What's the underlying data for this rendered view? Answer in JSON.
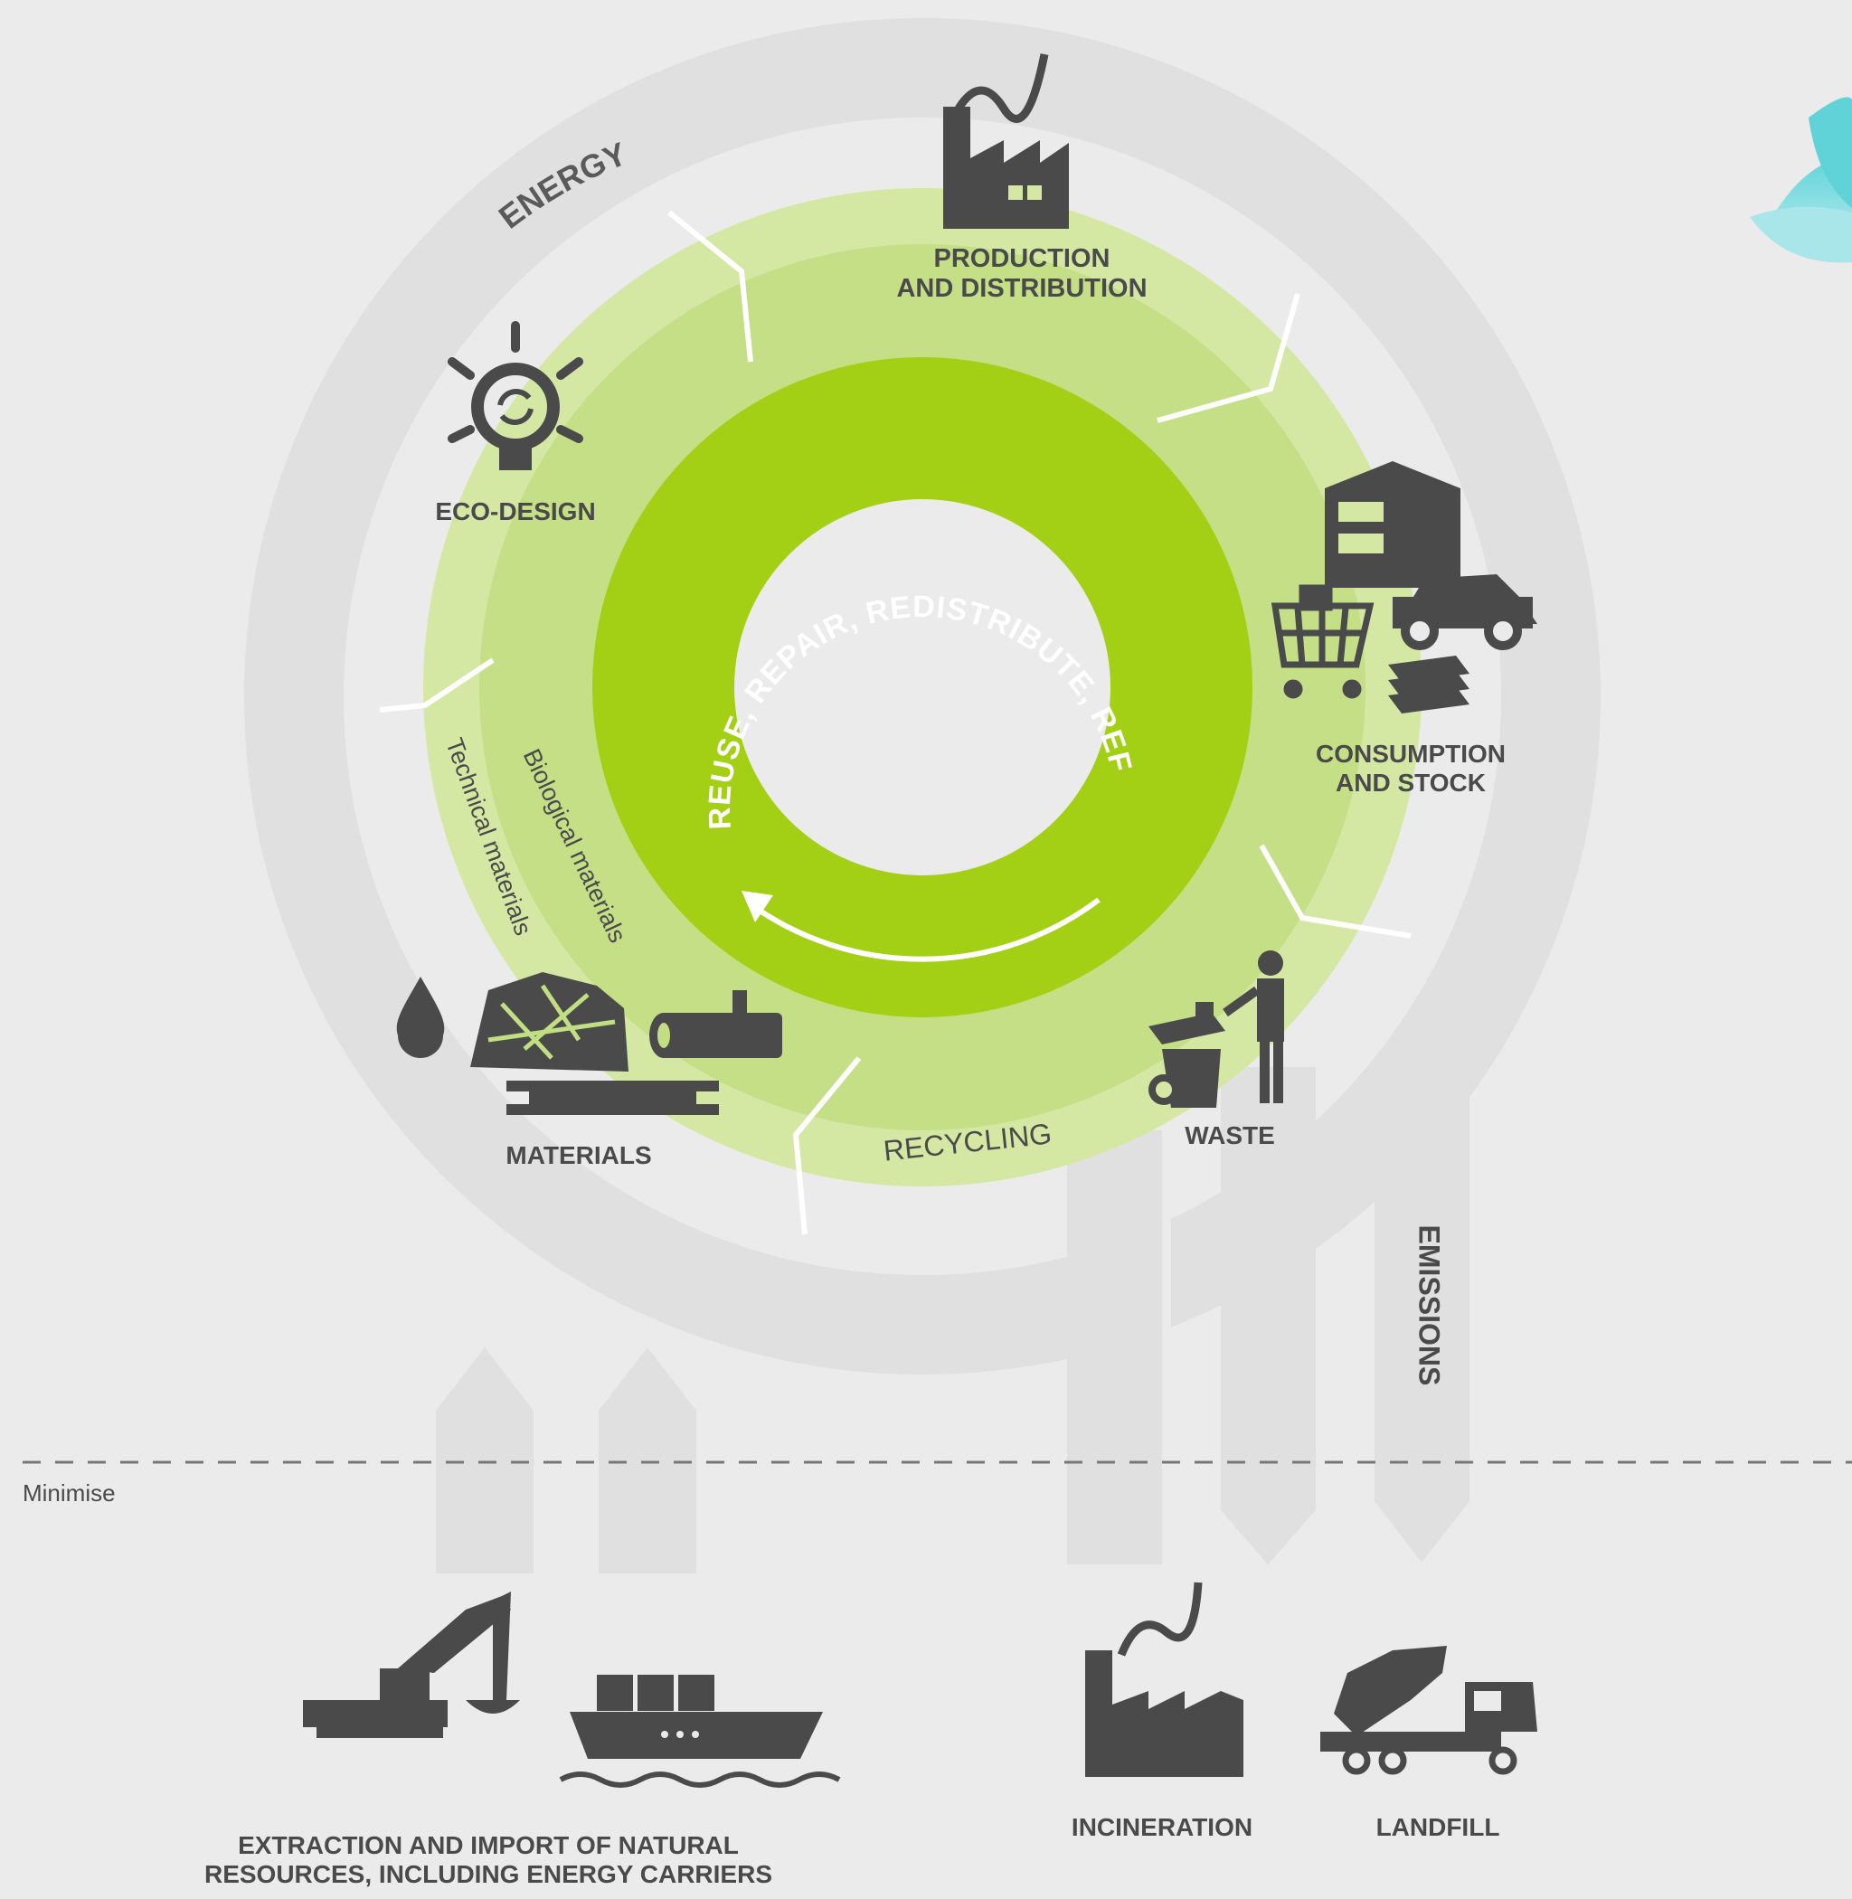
{
  "outer_ring": {
    "energy_label": "ENERGY",
    "emissions_label": "EMISSIONS"
  },
  "inner_ring": {
    "label": "REUSE, REPAIR, REDISTRIBUTE, REFURBISH, REMANUFACTURE"
  },
  "stages": {
    "production": "PRODUCTION AND DISTRIBUTION",
    "production_line1": "PRODUCTION",
    "production_line2": "AND DISTRIBUTION",
    "consumption_line1": "CONSUMPTION",
    "consumption_line2": "AND STOCK",
    "waste": "WASTE",
    "recycling": "RECYCLING",
    "materials": "MATERIALS",
    "eco_design": "ECO-DESIGN",
    "technical_materials": "Technical materials",
    "biological_materials": "Biological materials"
  },
  "bottom": {
    "minimise": "Minimise",
    "extraction_line1": "EXTRACTION AND IMPORT OF NATURAL",
    "extraction_line2": "RESOURCES, INCLUDING ENERGY CARRIERS",
    "incineration": "INCINERATION",
    "landfill": "LANDFILL"
  },
  "colors": {
    "background": "#ebebeb",
    "outer_band": "#e0e0e0",
    "ring_light": "#d4e8a4",
    "ring_mid": "#c2de82",
    "inner_ring": "#a3cf14",
    "icon": "#4a4a4a",
    "corner_logo": "#5fd3d8"
  },
  "icons": [
    "factory-icon",
    "lightbulb-icon",
    "shopping-cart-icon",
    "house-icon",
    "car-icon",
    "banknotes-icon",
    "person-with-bin-icon",
    "oil-drop-icon",
    "ore-pile-icon",
    "log-icon",
    "steel-beam-icon",
    "excavator-icon",
    "cargo-ship-icon",
    "incinerator-icon",
    "dump-truck-icon",
    "lotus-logo-icon"
  ]
}
